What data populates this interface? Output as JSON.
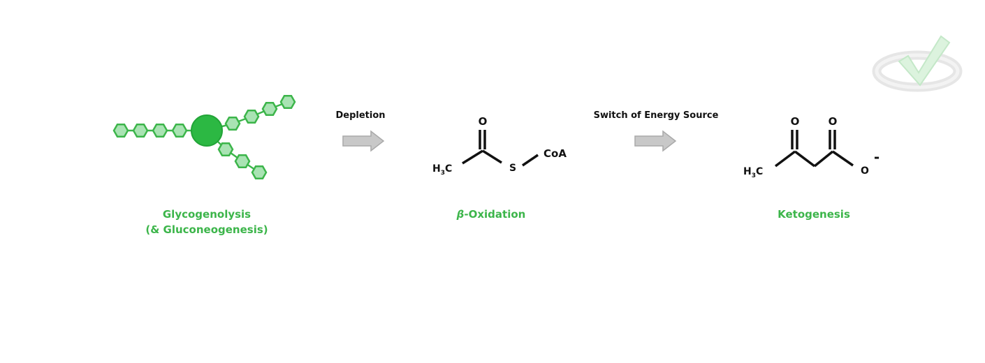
{
  "steps": [
    {
      "line1": "Glycogenolysis",
      "line2": "(& Gluconeogenesis)"
    },
    {
      "label": "-Oxidation",
      "prefix": "β"
    },
    {
      "label": "Ketogenesis"
    }
  ],
  "arrows": [
    {
      "label": "Depletion"
    },
    {
      "label": "Switch of Energy Source"
    }
  ],
  "acetyl_coa": {
    "carbonyl_O": "O",
    "methyl": "H",
    "methyl_sub": "3",
    "methyl_c": "C",
    "sulfur": "S",
    "coa": "CoA"
  },
  "acetoacetate": {
    "ketone_O": "O",
    "acid_O": "O",
    "oxide_O": "O",
    "charge": "-",
    "methyl": "H",
    "methyl_sub": "3",
    "methyl_c": "C"
  },
  "colors": {
    "accent_green": "#3cb54a",
    "hex_fill": "#a9e3b3",
    "arrow_gray": "#c8c8c8"
  },
  "icons": {
    "glycogen": "glycogen-branch-icon",
    "arrow": "right-arrow-icon",
    "watermark": "checkmark-logo-icon"
  }
}
